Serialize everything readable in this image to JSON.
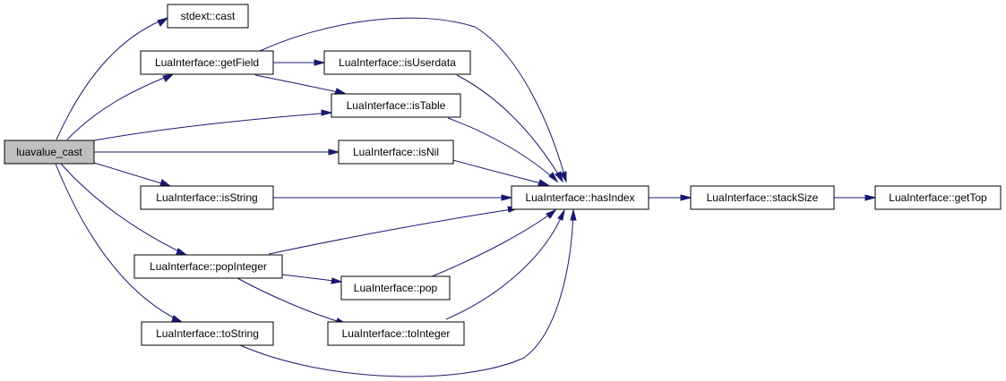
{
  "colors": {
    "edge": "#191970",
    "node_fill": "#ffffff",
    "root_fill": "#bfbfbf",
    "border": "#000000"
  },
  "nodes": {
    "luavalue_cast": "luavalue_cast",
    "stdext_cast": "stdext::cast",
    "getField": "LuaInterface::getField",
    "isUserdata": "LuaInterface::isUserdata",
    "isTable": "LuaInterface::isTable",
    "isNil": "LuaInterface::isNil",
    "isString": "LuaInterface::isString",
    "hasIndex": "LuaInterface::hasIndex",
    "stackSize": "LuaInterface::stackSize",
    "getTop": "LuaInterface::getTop",
    "popInteger": "LuaInterface::popInteger",
    "pop": "LuaInterface::pop",
    "toString": "LuaInterface::toString",
    "toInteger": "LuaInterface::toInteger"
  }
}
